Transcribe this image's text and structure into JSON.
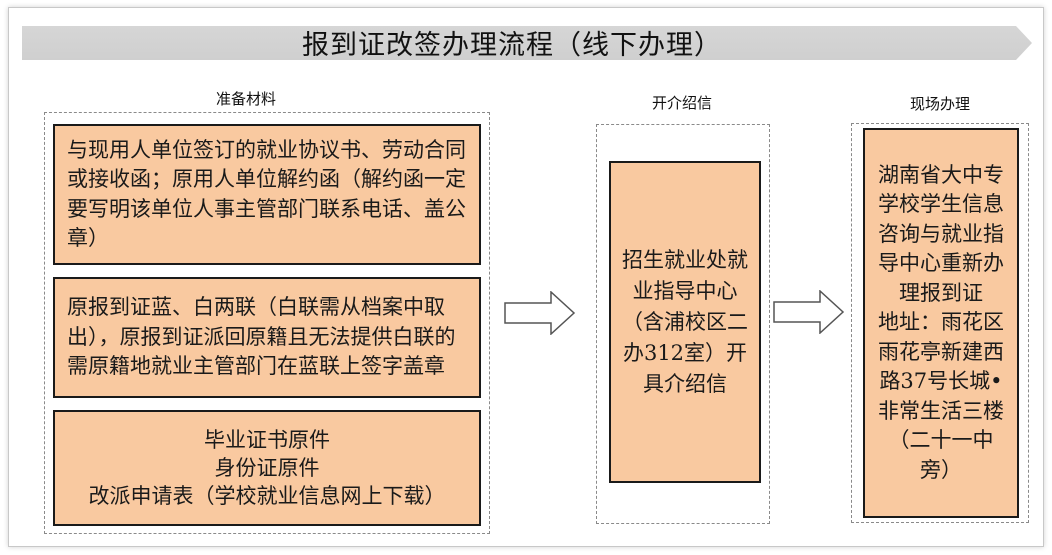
{
  "title": "报到证改签办理流程（线下办理）",
  "sections": {
    "prepare": {
      "label": "准备材料",
      "items": [
        "与现用人单位签订的就业协议书、劳动合同或接收函；原用人单位解约函（解约函一定要写明该单位人事主管部门联系电话、盖公章）",
        "原报到证蓝、白两联（白联需从档案中取出），原报到证派回原籍且无法提供白联的需原籍地就业主管部门在蓝联上签字盖章",
        "毕业证书原件\n身份证原件\n改派申请表（学校就业信息网上下载）"
      ]
    },
    "letter": {
      "label": "开介绍信",
      "text": "招生就业处就业指导中心（含浦校区二办312室）开具介绍信"
    },
    "onsite": {
      "label": "现场办理",
      "text": "湖南省大中专学校学生信息咨询与就业指导中心重新办理报到证\n地址：雨花区雨花亭新建西路37号长城•非常生活三楼（二十一中旁）"
    }
  },
  "colors": {
    "box_fill": "#f9c9a0",
    "box_border": "#1a1a1a",
    "banner_fill": "#d9d9d9",
    "dash_border": "#8a8a8a"
  },
  "icons": [
    "right-arrow-icon",
    "right-arrow-icon"
  ]
}
